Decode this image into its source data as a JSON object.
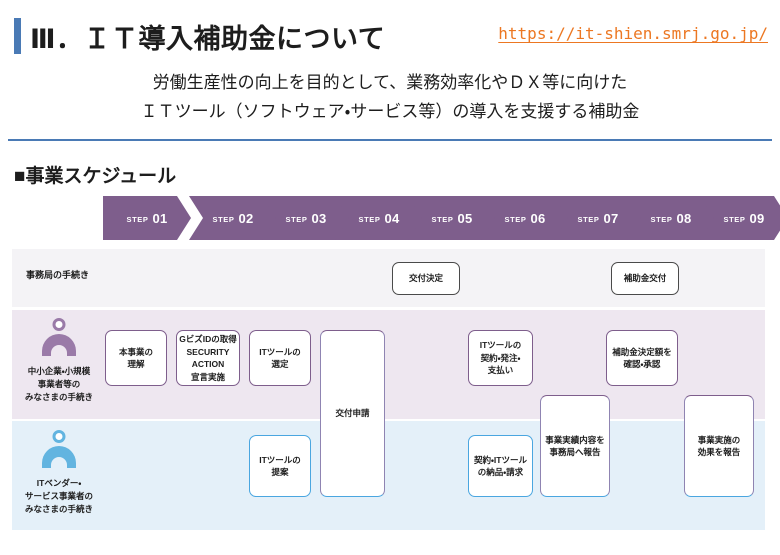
{
  "header": {
    "title": "Ⅲ．ＩＴ導入補助金について",
    "url": "https://it-shien.smrj.go.jp/",
    "subtitle_line1": "労働生産性の向上を目的として、業務効率化やＤＸ等に向けた",
    "subtitle_line2": "ＩＴツール（ソフトウェア・サービス等）の導入を支援する補助金",
    "accent_color": "#4a7ab5",
    "url_color": "#ec7722"
  },
  "section": {
    "heading": "■事業スケジュール"
  },
  "steps": {
    "label_prefix": "STEP",
    "color": "#7e5e8c",
    "items": [
      {
        "prefix": "STEP",
        "number": "01"
      },
      {
        "prefix": "STEP",
        "number": "02"
      },
      {
        "prefix": "STEP",
        "number": "03"
      },
      {
        "prefix": "STEP",
        "number": "04"
      },
      {
        "prefix": "STEP",
        "number": "05"
      },
      {
        "prefix": "STEP",
        "number": "06"
      },
      {
        "prefix": "STEP",
        "number": "07"
      },
      {
        "prefix": "STEP",
        "number": "08"
      },
      {
        "prefix": "STEP",
        "number": "09"
      }
    ]
  },
  "lanes": {
    "secretariat": {
      "label": "事務局の手続き",
      "background": "#f4f3f6",
      "boxes": [
        {
          "text": "交付決定"
        },
        {
          "text": "補助金交付"
        }
      ]
    },
    "sme": {
      "label": "中小企業・小規模\n事業者等の\nみなさまの手続き",
      "label_line1": "中小企業・小規模",
      "label_line2": "事業者等の",
      "label_line3": "みなさまの手続き",
      "background": "#eee7f0",
      "accent_color": "#7e5e8c",
      "icon": "person-icon",
      "boxes": [
        {
          "text": "本事業の\n理解",
          "line1": "本事業の",
          "line2": "理解"
        },
        {
          "text": "ＧビズIDの取得\nSECURITY\nACTION\n宣言実施",
          "line1": "GビズIDの取得",
          "line2": "SECURITY",
          "line3": "ACTION",
          "line4": "宣言実施"
        },
        {
          "text": "ITツールの\n選定",
          "line1": "ITツールの",
          "line2": "選定"
        },
        {
          "text": "ITツールの\n契約・発注・\n支払い",
          "line1": "ITツールの",
          "line2": "契約・発注・",
          "line3": "支払い"
        },
        {
          "text": "補助金決定額を\n確認・承認",
          "line1": "補助金決定額を",
          "line2": "確認・承認"
        },
        {
          "text": "事業実績内容を\n事務局へ報告",
          "line1": "事業実績内容を",
          "line2": "事務局へ報告"
        },
        {
          "text": "事業実施の\n効果を報告",
          "line1": "事業実施の",
          "line2": "効果を報告"
        }
      ]
    },
    "vendor": {
      "label_line1": "ITベンダー・",
      "label_line2": "サービス事業者の",
      "label_line3": "みなさまの手続き",
      "background": "#e4f0f9",
      "accent_color": "#4aa6e0",
      "icon": "person-icon",
      "boxes": [
        {
          "text": "ITツールの\n提案",
          "line1": "ITツールの",
          "line2": "提案"
        },
        {
          "text": "契約・ITツール\nの納品・請求",
          "line1": "契約・ITツール",
          "line2": "の納品・請求"
        }
      ]
    },
    "shared": {
      "boxes": [
        {
          "text": "交付申請"
        }
      ]
    }
  }
}
